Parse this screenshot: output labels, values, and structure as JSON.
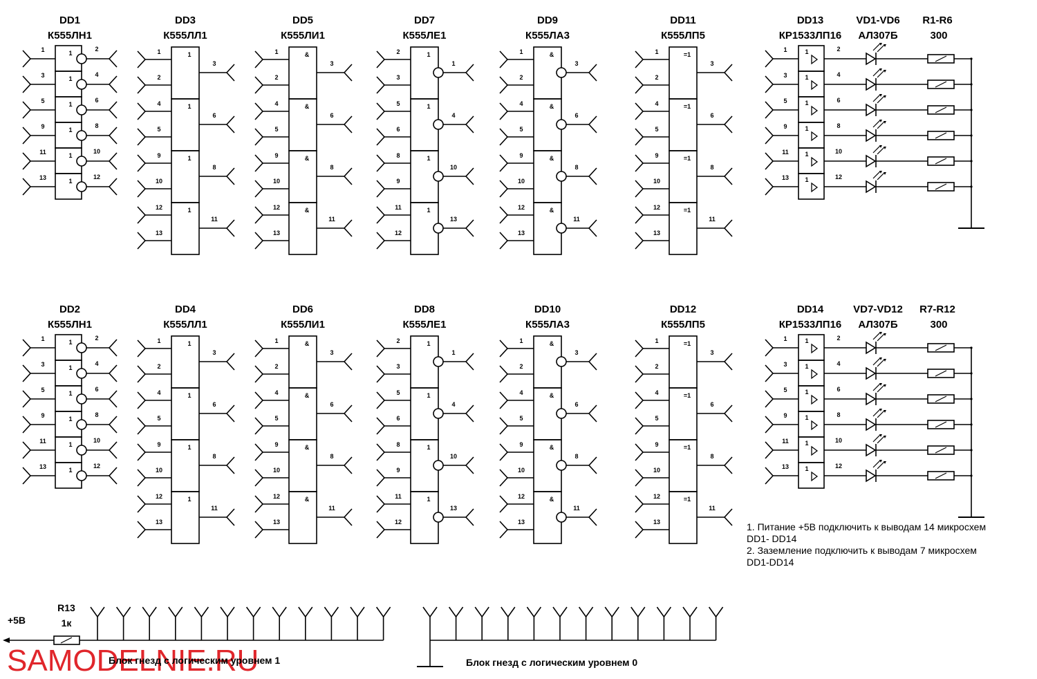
{
  "notes": [
    "1. Питание +5В подключить к выводам 14 микросхем",
    "DD1- DD14",
    "2. Заземление подключить к выводам 7 микросхем",
    "DD1-DD14"
  ],
  "rows": [
    {
      "inverters": {
        "label": "DD1",
        "part": "К555ЛН1",
        "sym": "1",
        "ins": [
          "1",
          "3",
          "5",
          "9",
          "11",
          "13"
        ],
        "outs": [
          "2",
          "4",
          "6",
          "8",
          "10",
          "12"
        ]
      },
      "gates": [
        {
          "label": "DD3",
          "part": "К555ЛЛ1",
          "sym": "1",
          "inverted": false,
          "ins": [
            [
              "1",
              "2"
            ],
            [
              "4",
              "5"
            ],
            [
              "9",
              "10"
            ],
            [
              "12",
              "13"
            ]
          ],
          "outs": [
            "3",
            "6",
            "8",
            "11"
          ]
        },
        {
          "label": "DD5",
          "part": "К555ЛИ1",
          "sym": "&",
          "inverted": false,
          "ins": [
            [
              "1",
              "2"
            ],
            [
              "4",
              "5"
            ],
            [
              "9",
              "10"
            ],
            [
              "12",
              "13"
            ]
          ],
          "outs": [
            "3",
            "6",
            "8",
            "11"
          ]
        },
        {
          "label": "DD7",
          "part": "К555ЛЕ1",
          "sym": "1",
          "inverted": true,
          "ins": [
            [
              "2",
              "3"
            ],
            [
              "5",
              "6"
            ],
            [
              "8",
              "9"
            ],
            [
              "11",
              "12"
            ]
          ],
          "outs": [
            "1",
            "4",
            "10",
            "13"
          ]
        },
        {
          "label": "DD9",
          "part": "К555ЛА3",
          "sym": "&",
          "inverted": true,
          "ins": [
            [
              "1",
              "2"
            ],
            [
              "4",
              "5"
            ],
            [
              "9",
              "10"
            ],
            [
              "12",
              "13"
            ]
          ],
          "outs": [
            "3",
            "6",
            "8",
            "11"
          ]
        },
        {
          "label": "DD11",
          "part": "К555ЛП5",
          "sym": "=1",
          "inverted": false,
          "ins": [
            [
              "1",
              "2"
            ],
            [
              "4",
              "5"
            ],
            [
              "9",
              "10"
            ],
            [
              "12",
              "13"
            ]
          ],
          "outs": [
            "3",
            "6",
            "8",
            "11"
          ]
        }
      ],
      "buffer": {
        "label": "DD13",
        "part": "КР1533ЛП16",
        "sym": "1",
        "ins": [
          "1",
          "3",
          "5",
          "9",
          "11",
          "13"
        ],
        "outs": [
          "2",
          "4",
          "6",
          "8",
          "10",
          "12"
        ]
      },
      "leds": {
        "label": "VD1-VD6",
        "part": "АЛ307Б"
      },
      "resistors": {
        "label": "R1-R6",
        "value": "300"
      }
    },
    {
      "inverters": {
        "label": "DD2",
        "part": "К555ЛН1",
        "sym": "1",
        "ins": [
          "1",
          "3",
          "5",
          "9",
          "11",
          "13"
        ],
        "outs": [
          "2",
          "4",
          "6",
          "8",
          "10",
          "12"
        ]
      },
      "gates": [
        {
          "label": "DD4",
          "part": "К555ЛЛ1",
          "sym": "1",
          "inverted": false,
          "ins": [
            [
              "1",
              "2"
            ],
            [
              "4",
              "5"
            ],
            [
              "9",
              "10"
            ],
            [
              "12",
              "13"
            ]
          ],
          "outs": [
            "3",
            "6",
            "8",
            "11"
          ]
        },
        {
          "label": "DD6",
          "part": "К555ЛИ1",
          "sym": "&",
          "inverted": false,
          "ins": [
            [
              "1",
              "2"
            ],
            [
              "4",
              "5"
            ],
            [
              "9",
              "10"
            ],
            [
              "12",
              "13"
            ]
          ],
          "outs": [
            "3",
            "6",
            "8",
            "11"
          ]
        },
        {
          "label": "DD8",
          "part": "К555ЛЕ1",
          "sym": "1",
          "inverted": true,
          "ins": [
            [
              "2",
              "3"
            ],
            [
              "5",
              "6"
            ],
            [
              "8",
              "9"
            ],
            [
              "11",
              "12"
            ]
          ],
          "outs": [
            "1",
            "4",
            "10",
            "13"
          ]
        },
        {
          "label": "DD10",
          "part": "К555ЛА3",
          "sym": "&",
          "inverted": true,
          "ins": [
            [
              "1",
              "2"
            ],
            [
              "4",
              "5"
            ],
            [
              "9",
              "10"
            ],
            [
              "12",
              "13"
            ]
          ],
          "outs": [
            "3",
            "6",
            "8",
            "11"
          ]
        },
        {
          "label": "DD12",
          "part": "К555ЛП5",
          "sym": "=1",
          "inverted": false,
          "ins": [
            [
              "1",
              "2"
            ],
            [
              "4",
              "5"
            ],
            [
              "9",
              "10"
            ],
            [
              "12",
              "13"
            ]
          ],
          "outs": [
            "3",
            "6",
            "8",
            "11"
          ]
        }
      ],
      "buffer": {
        "label": "DD14",
        "part": "КР1533ЛП16",
        "sym": "1",
        "ins": [
          "1",
          "3",
          "5",
          "9",
          "11",
          "13"
        ],
        "outs": [
          "2",
          "4",
          "6",
          "8",
          "10",
          "12"
        ]
      },
      "leds": {
        "label": "VD7-VD12",
        "part": "АЛ307Б"
      },
      "resistors": {
        "label": "R7-R12",
        "value": "300"
      }
    }
  ],
  "bottom": {
    "supply_label": "+5В",
    "resistor_label": "R13",
    "resistor_value": "1к",
    "block1_label": "Блок гнезд с логическим уровнем 1",
    "block0_label": "Блок гнезд с логическим уровнем 0",
    "socket_count_1": 12,
    "socket_count_0": 12
  },
  "watermark": "SAMODELNIE.RU"
}
